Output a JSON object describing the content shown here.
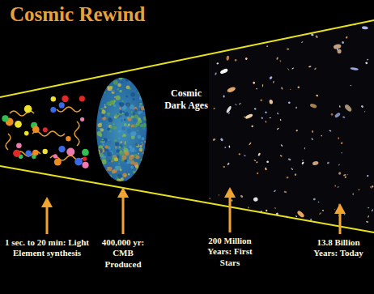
{
  "diagram": {
    "title": "Cosmic Rewind",
    "labels": [
      "Cosmic Dark Ages",
      "1 sec. to 20 min: Light Element synthesis",
      "400,000 yr: CMB Produced",
      "200 Million Years: First Stars",
      "13.8 Billion Years: Today"
    ]
  }
}
